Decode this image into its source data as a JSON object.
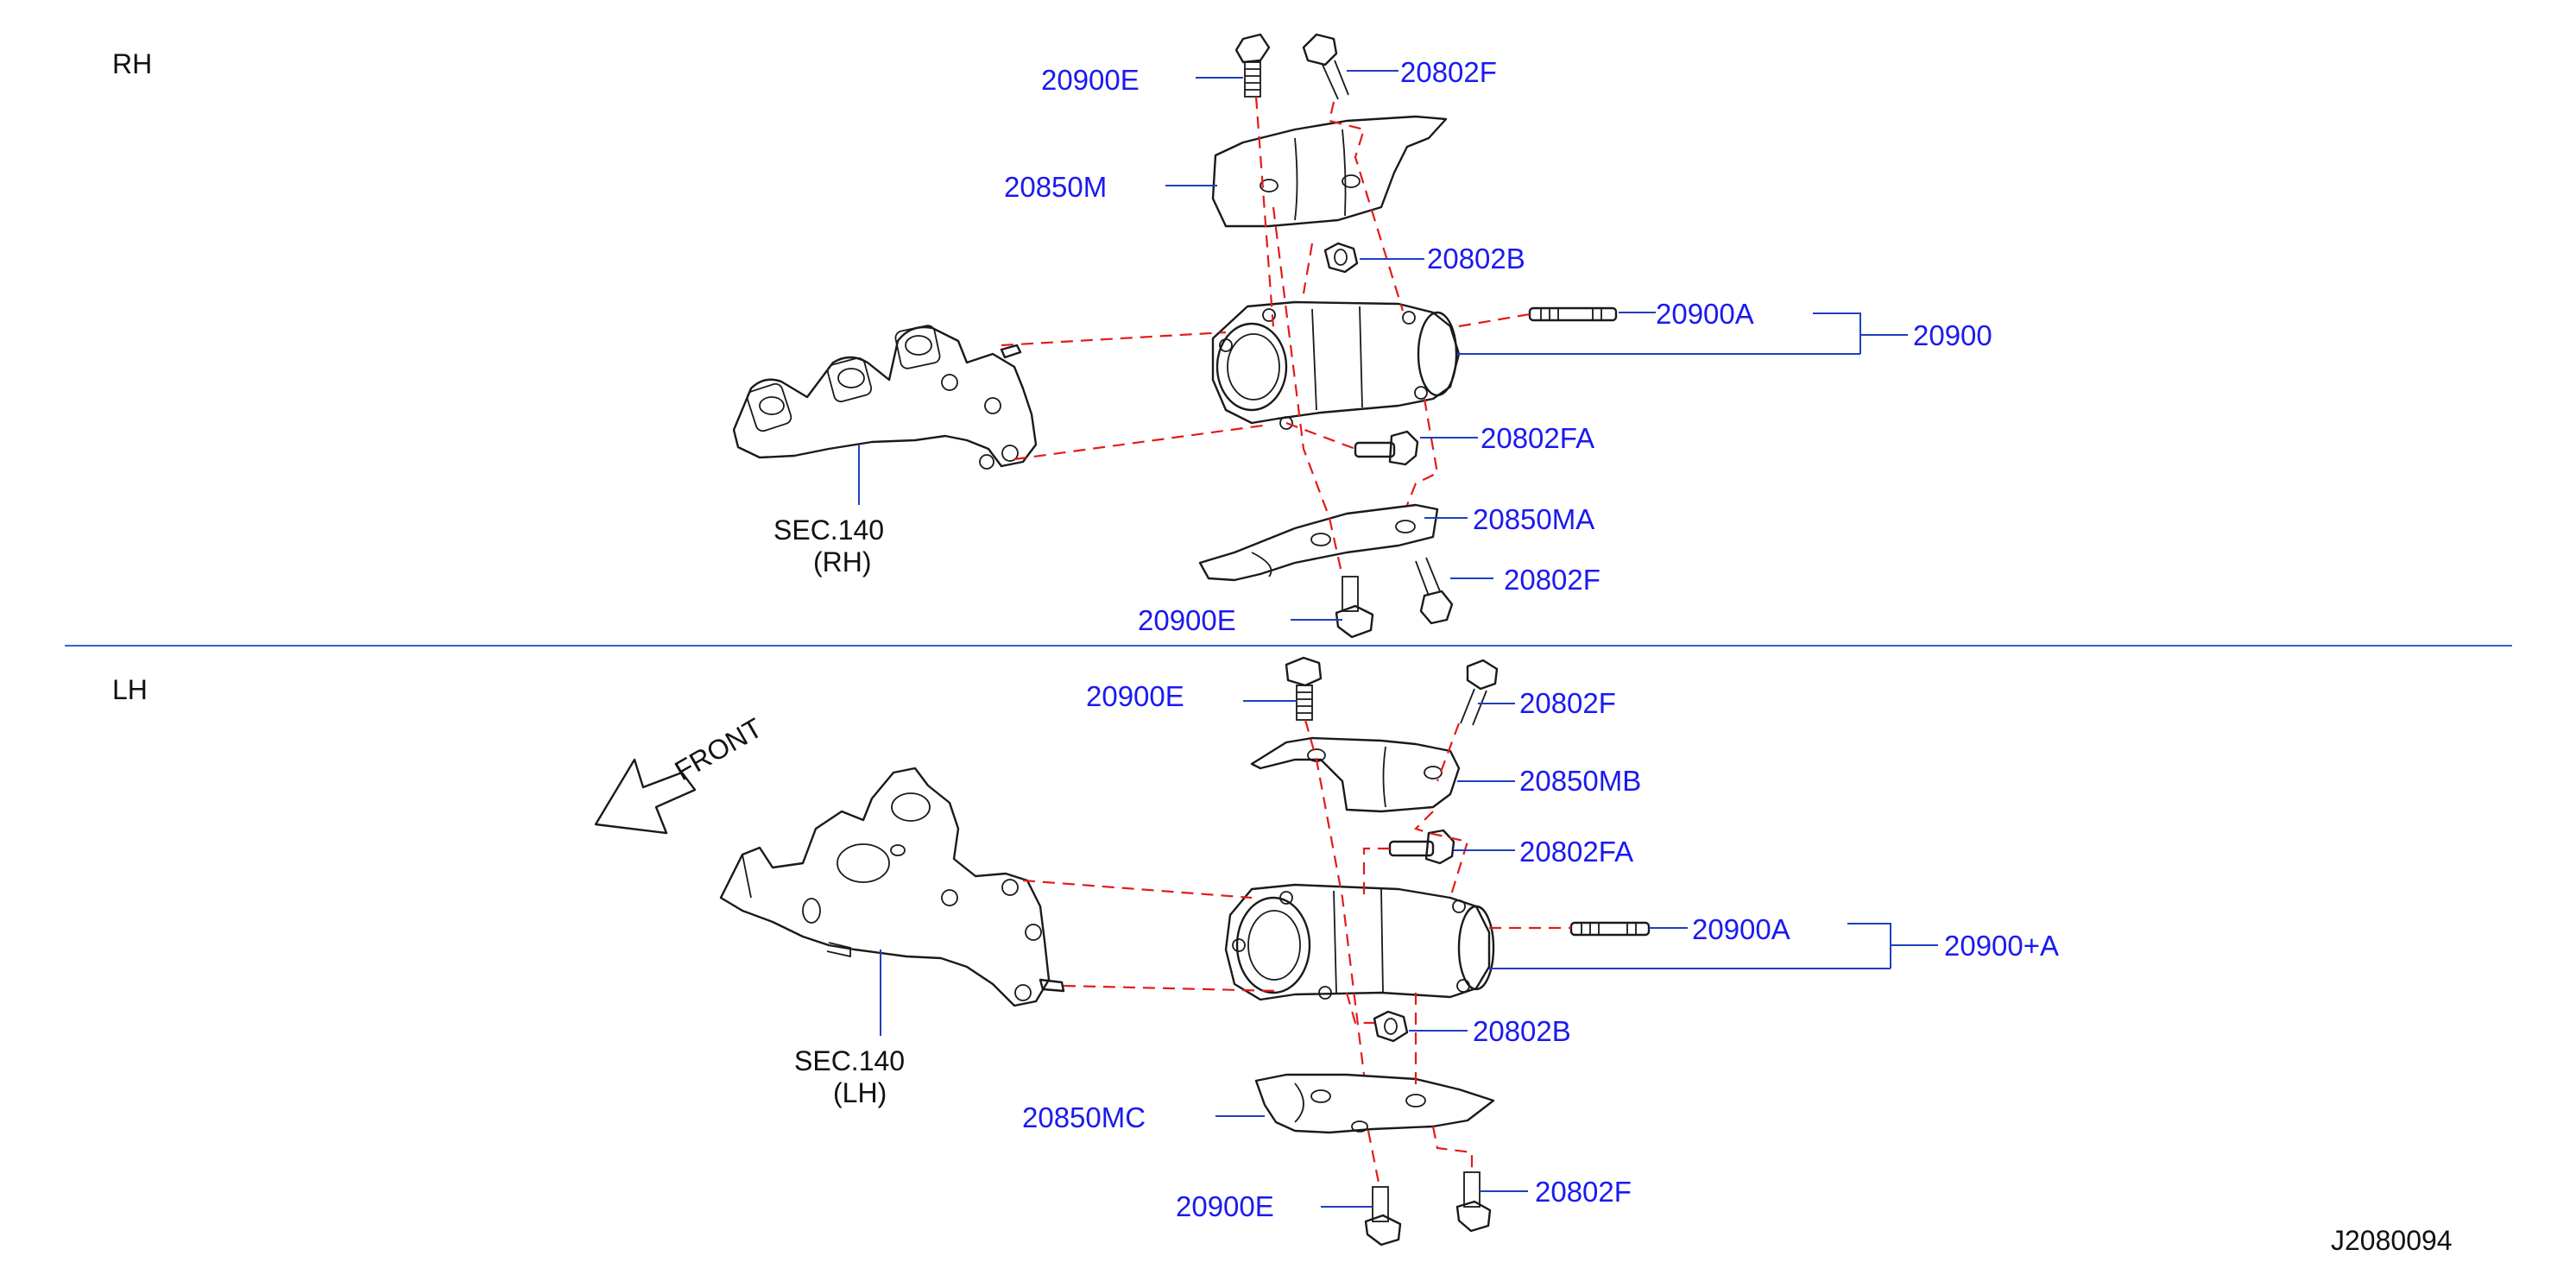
{
  "sections": {
    "rh": {
      "title": "RH",
      "sec_ref_line1": "SEC.140",
      "sec_ref_line2": "(RH)",
      "labels": {
        "bolt_top": "20900E",
        "stud_top": "20802F",
        "cover_upper": "20850M",
        "nut": "20802B",
        "stud_long": "20900A",
        "assembly": "20900",
        "stud_side": "20802FA",
        "cover_lower": "20850MA",
        "stud_bottom": "20802F",
        "bolt_bottom": "20900E"
      }
    },
    "lh": {
      "title": "LH",
      "sec_ref_line1": "SEC.140",
      "sec_ref_line2": "(LH)",
      "front_label": "FRONT",
      "labels": {
        "bolt_top": "20900E",
        "stud_top": "20802F",
        "cover_upper": "20850MB",
        "stud_side": "20802FA",
        "stud_long": "20900A",
        "assembly": "20900+A",
        "nut": "20802B",
        "cover_lower": "20850MC",
        "bolt_bottom": "20900E",
        "stud_bottom": "20802F"
      }
    }
  },
  "diagram_id": "J2080094",
  "colors": {
    "label_blue": "#1a1af0",
    "leader_blue": "#1f3fbf",
    "dash_red": "#e21b1b",
    "outline": "#1a1a1a"
  }
}
